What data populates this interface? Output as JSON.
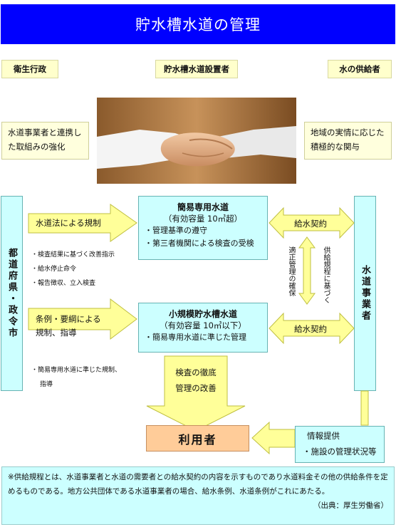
{
  "title": "貯水槽水道の管理",
  "headers": {
    "left": "衛生行政",
    "center": "貯水槽水道設置者",
    "right": "水の供給者"
  },
  "notes": {
    "left": "水道事業者と連携した取組みの強化",
    "right": "地域の実情に応じた積極的な関与"
  },
  "left_bar": "都道府県・政令市",
  "right_bar": "水道事業者",
  "arrows": {
    "regulation1": "水道法による規制",
    "regulation2_line1": "条例・要綱による",
    "regulation2_line2": "規制、指導",
    "contract1": "給水契約",
    "contract2": "給水契約",
    "vertical_left": "適正管理の確保",
    "vertical_right": "供給規程に基づく"
  },
  "bullets1": [
    "・検査結果に基づく改善指示",
    "・給水停止命令",
    "・報告徴収、立入検査"
  ],
  "bullets2": [
    "・簡易専用水道に準じた規制、",
    "指導"
  ],
  "box1": {
    "title": "簡易専用水道",
    "sub": "（有効容量 10㎥超）",
    "lines": [
      "・管理基準の遵守",
      "・第三者機関による検査の受検"
    ]
  },
  "box2": {
    "title": "小規模貯水槽水道",
    "sub": "（有効容量 10㎥以下）",
    "lines": [
      "・簡易専用水道に準じた管理"
    ]
  },
  "inspection": {
    "line1": "検査の徹底",
    "line2": "管理の改善"
  },
  "users": "利用者",
  "info": {
    "line1": "情報提供",
    "line2": "・施設の管理状況等"
  },
  "footnote": {
    "text": "※供給規程とは、水道事業者と水道の需要者との給水契約の内容を示すものであり水道料金その他の供給条件を定めるものである。地方公共団体である水道事業者の場合、給水条例、水道条例がこれにあたる。",
    "source": "（出典：厚生労働省）"
  },
  "colors": {
    "title_bg": "#0000ff",
    "arrow_yellow": "#ffff99",
    "box_cyan": "#ccffff",
    "users_orange": "#ffcc99",
    "footnote_bg": "#ccffff"
  },
  "image": "handshake-photo"
}
